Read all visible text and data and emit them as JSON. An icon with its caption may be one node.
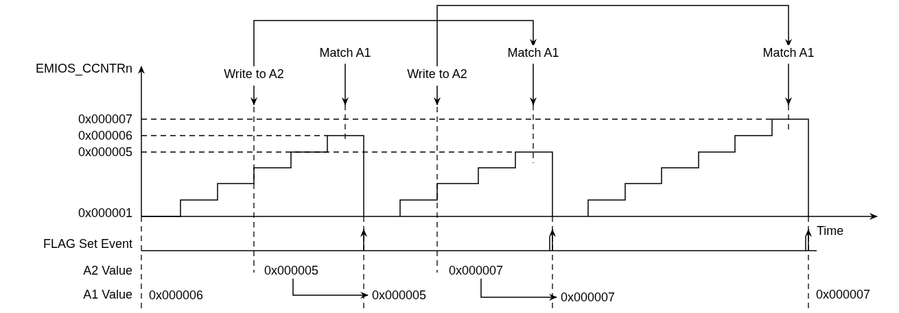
{
  "diagram": {
    "nodes": [
      {
        "text": [
          "Write to A2"
        ]
      },
      {
        "text": [
          "Match A1"
        ]
      },
      {
        "text": [
          "Write to A2"
        ]
      },
      {
        "text": [
          "Match A1"
        ]
      },
      {
        "text": [
          "Match A1"
        ]
      },
      {
        "text": [
          "0x000005"
        ]
      },
      {
        "text": [
          "0x000005"
        ]
      },
      {
        "text": [
          "0x000007"
        ]
      },
      {
        "text": [
          "0x000007"
        ]
      },
      {
        "text": [
          "0x000007"
        ]
      }
    ],
    "edges": [
      {
        "from": 0,
        "to": 3,
        "arrow": "to"
      },
      {
        "from": 2,
        "to": 4,
        "arrow": "to"
      },
      {
        "from": 5,
        "to": 6,
        "arrow": "to"
      },
      {
        "from": 7,
        "to": 8,
        "arrow": "to"
      }
    ],
    "labels": [
      "EMIOS_CCNTRn",
      "0x000007",
      "0x000006",
      "0x000005",
      "0x000001",
      "Time",
      "FLAG Set Event",
      "A2 Value",
      "A1 Value",
      "0x000006"
    ]
  }
}
